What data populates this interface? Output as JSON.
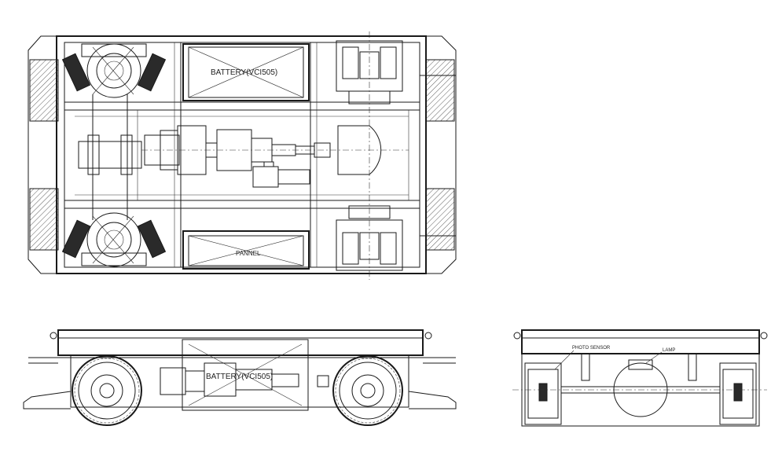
{
  "labels": {
    "battery_top": "BATTERY(VCI505)",
    "panel": "PANNEL",
    "battery_side": "BATTERY(VCI505)",
    "photo_sensor": "PHOTO SENSOR",
    "lamp": "LAMP"
  }
}
